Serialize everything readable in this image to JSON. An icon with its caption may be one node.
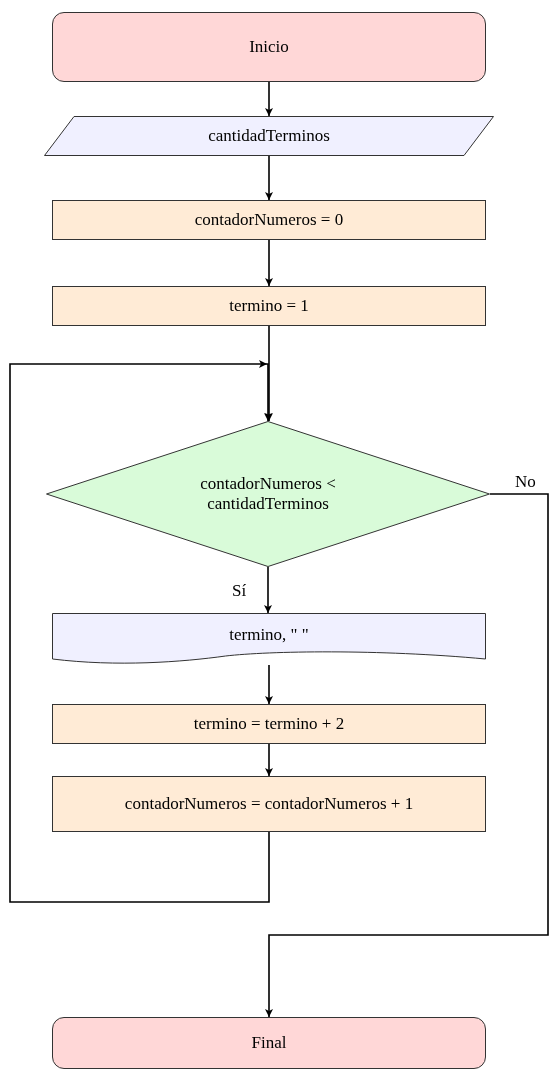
{
  "diagram": {
    "nodes": [
      {
        "text": [
          "Inicio"
        ]
      },
      {
        "text": [
          "cantidadTerminos"
        ]
      },
      {
        "text": [
          "contadorNumeros = 0"
        ]
      },
      {
        "text": [
          "termino = 1"
        ]
      },
      {
        "text": [
          "contadorNumeros < cantidadTerminos"
        ]
      },
      {
        "text": [
          "termino, \" \""
        ]
      },
      {
        "text": [
          "termino = termino + 2"
        ]
      },
      {
        "text": [
          "contadorNumeros = contadorNumeros + 1"
        ]
      },
      {
        "text": [
          "Final"
        ]
      }
    ],
    "edges": [
      {
        "from": 0,
        "to": 1,
        "arrow": "to"
      },
      {
        "from": 1,
        "to": 2,
        "arrow": "to"
      },
      {
        "from": 2,
        "to": 3,
        "arrow": "to"
      },
      {
        "from": 3,
        "to": 4,
        "arrow": "to"
      },
      {
        "from": 4,
        "to": 5,
        "arrow": "to",
        "label": "Sí"
      },
      {
        "from": 5,
        "to": 6,
        "arrow": "to"
      },
      {
        "from": 6,
        "to": 7,
        "arrow": "to"
      },
      {
        "from": 7,
        "to": 4,
        "arrow": "to"
      },
      {
        "from": 4,
        "to": 8,
        "arrow": "to",
        "label": "No"
      }
    ]
  }
}
